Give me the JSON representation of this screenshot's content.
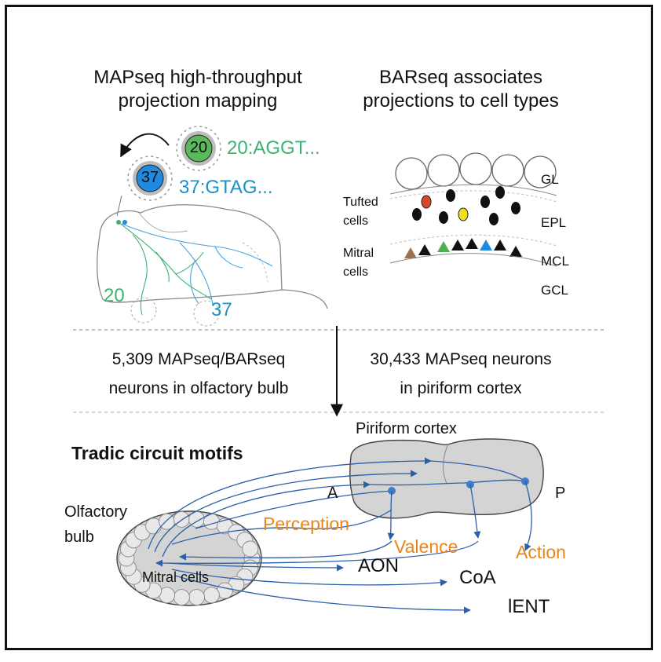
{
  "top_left": {
    "title_line1": "MAPseq high-throughput",
    "title_line2": "projection mapping",
    "barcode_green_number": "20",
    "barcode_green_seq": "20:AGGT...",
    "barcode_blue_number": "37",
    "barcode_blue_seq": "37:GTAG...",
    "target_green_label": "20",
    "target_blue_label": "37"
  },
  "top_right": {
    "title_line1": "BARseq associates",
    "title_line2": "projections to cell types",
    "tufted_label": [
      "Tufted",
      "cells"
    ],
    "mitral_label": [
      "Mitral",
      "cells"
    ],
    "layers": [
      "GL",
      "EPL",
      "MCL",
      "GCL"
    ]
  },
  "middle": {
    "left_line1": "5,309 MAPseq/BARseq",
    "left_line2": "neurons in olfactory bulb",
    "right_line1": "30,433 MAPseq neurons",
    "right_line2": "in piriform cortex"
  },
  "bottom": {
    "heading": "Tradic circuit motifs",
    "piriform_label": "Piriform cortex",
    "anterior_label": "A",
    "posterior_label": "P",
    "ob_label": [
      "Olfactory",
      "bulb"
    ],
    "mitral_cells_label": "Mitral cells",
    "aon_label": "AON",
    "coa_label": "CoA",
    "lent_label": "lENT",
    "function_labels": [
      "Perception",
      "Valence",
      "Action"
    ]
  },
  "colors": {
    "green": "#3cb371",
    "blue": "#1e90ff",
    "orange": "#e8861a",
    "navy_axon": "#2b5fa8",
    "gray_fill": "#d4d4d4"
  }
}
